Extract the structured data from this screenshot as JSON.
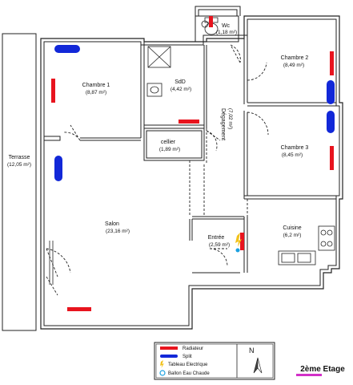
{
  "rooms": [
    {
      "id": "terrasse",
      "name": "Terrasse",
      "area": "(12,05 m²)"
    },
    {
      "id": "chambre1",
      "name": "Chambre 1",
      "area": "(8,87 m²)"
    },
    {
      "id": "sdd",
      "name": "SdD",
      "area": "(4,42 m²)"
    },
    {
      "id": "wc",
      "name": "Wc",
      "area": "(1,18 m²)"
    },
    {
      "id": "chambre2",
      "name": "Chambre 2",
      "area": "(8,49 m²)"
    },
    {
      "id": "cellier",
      "name": "cellier",
      "area": "(1,89 m²)"
    },
    {
      "id": "degagement",
      "name": "Dégagement",
      "area": "(7,02 m²)"
    },
    {
      "id": "chambre3",
      "name": "Chambre 3",
      "area": "(8,45 m²)"
    },
    {
      "id": "salon",
      "name": "Salon",
      "area": "(23,16 m²)"
    },
    {
      "id": "entree",
      "name": "Entrée",
      "area": "(2,59 m²)"
    },
    {
      "id": "cuisine",
      "name": "Cuisine",
      "area": "(6,2 m²)"
    }
  ],
  "legend": {
    "items": [
      {
        "label": "Radiateur",
        "color": "#e8141e",
        "symbol": "bar"
      },
      {
        "label": "Split",
        "color": "#1228d8",
        "symbol": "pill"
      },
      {
        "label": "Tableau Electrique",
        "color": "#f2c21a",
        "symbol": "bolt"
      },
      {
        "label": "Ballon Eau Chaude",
        "color": "#1aa0e0",
        "symbol": "circle"
      }
    ],
    "north": "N"
  },
  "floor_label": "2ème Etage",
  "colors": {
    "wall": "#222222",
    "radiator": "#e8141e",
    "split": "#1228d8",
    "floor_underline": "#d230c8"
  }
}
